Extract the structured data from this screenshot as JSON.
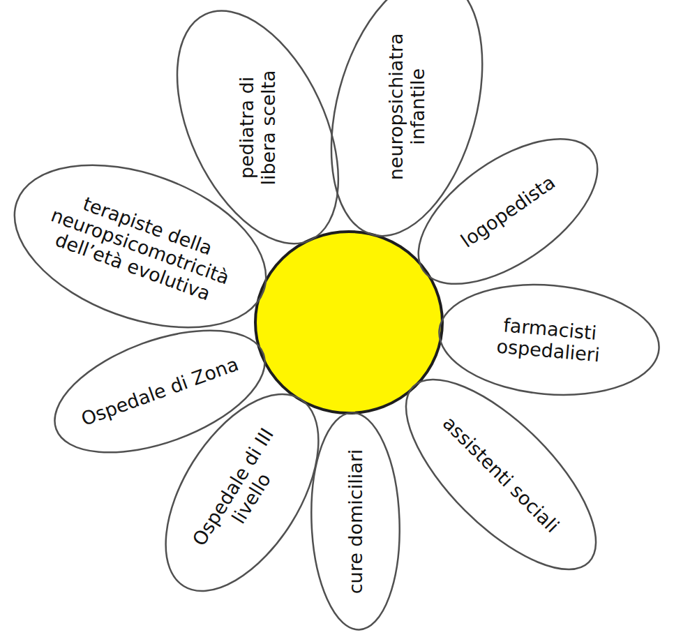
{
  "diagram": {
    "nodes": [
      {
        "text": [
          "pediatra di libera scelta"
        ]
      },
      {
        "text": [
          "neuropsichiatra infantile"
        ]
      },
      {
        "text": [
          "logopedista"
        ]
      },
      {
        "text": [
          "farmacisti ospedalieri"
        ]
      },
      {
        "text": [
          "assistenti sociali"
        ]
      },
      {
        "text": [
          "cure domiciliari"
        ]
      },
      {
        "text": [
          "Ospedale di III livello"
        ]
      },
      {
        "text": [
          "Ospedale di Zona"
        ]
      },
      {
        "text": [
          "terapiste della neuropsicomotricità dell’età evolutiva"
        ]
      }
    ]
  }
}
